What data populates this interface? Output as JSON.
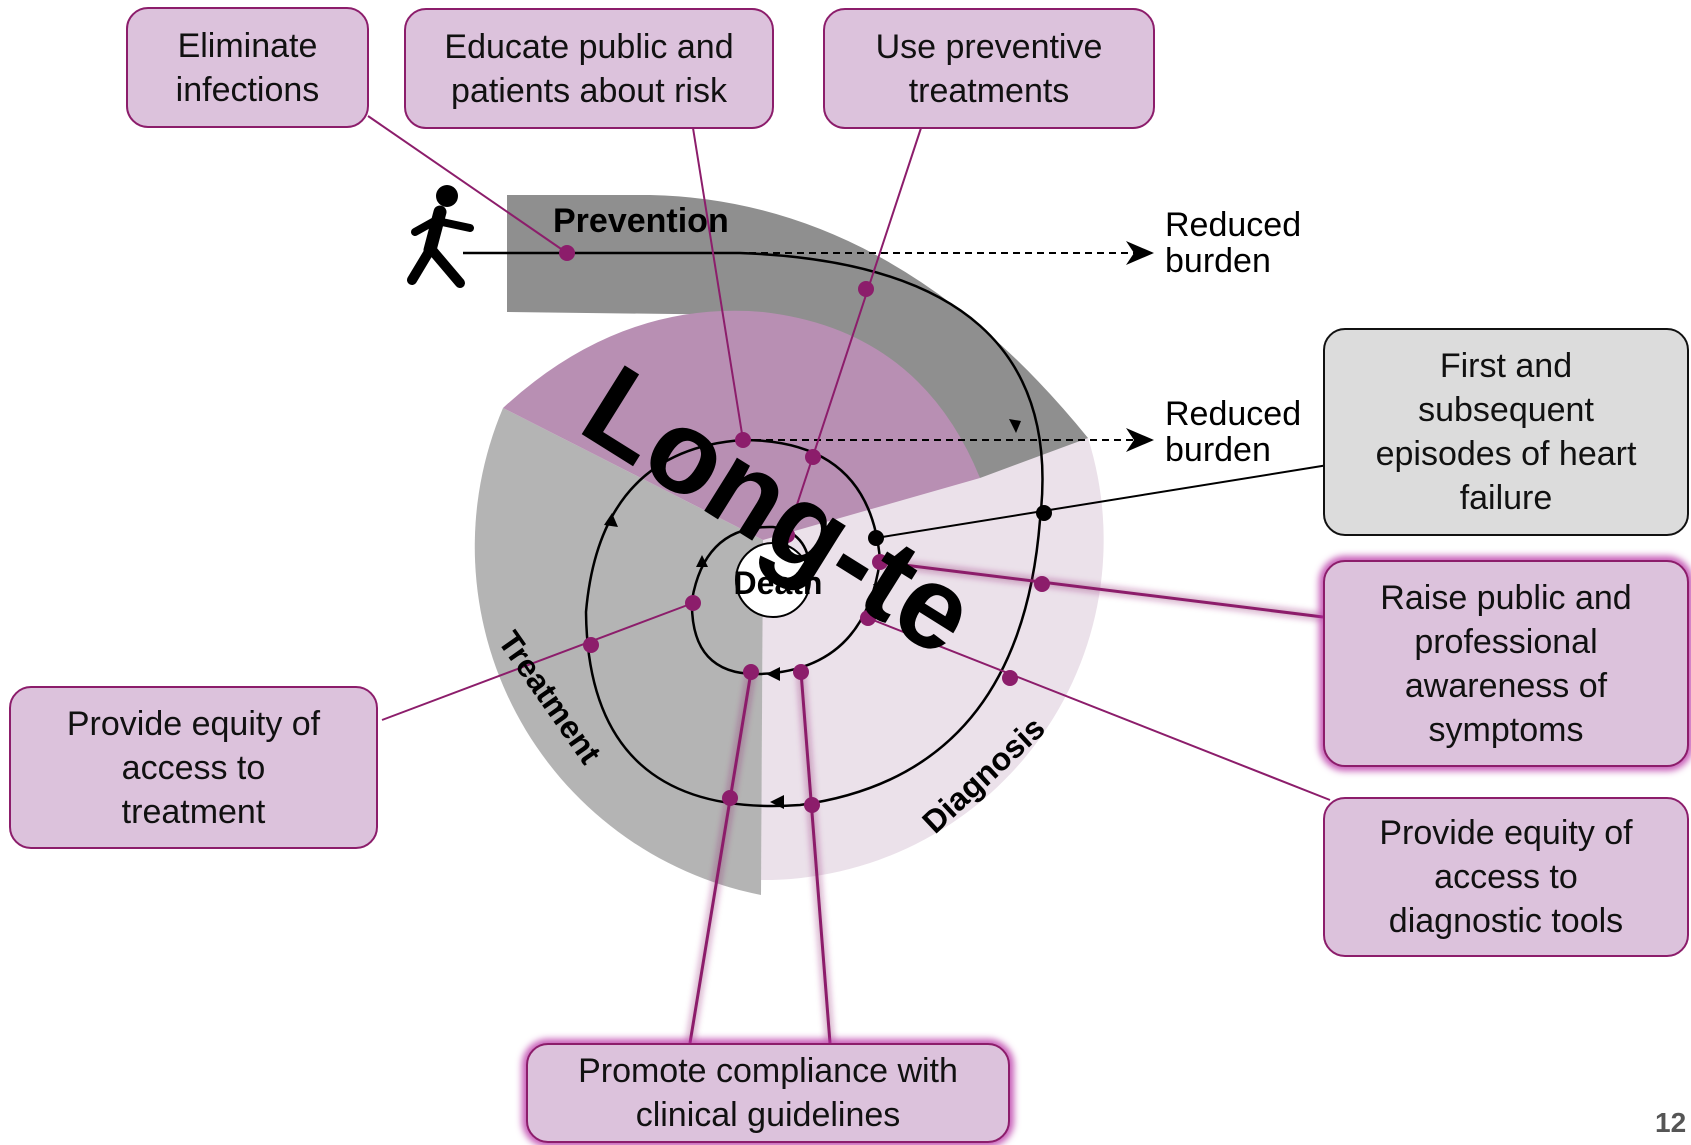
{
  "diagram": {
    "sector_labels": {
      "prevention": "Prevention",
      "long_term": "Long-te",
      "treatment": "Treatment",
      "diagnosis": "Diagnosis",
      "death": "Death"
    },
    "outcomes": {
      "upper": "Reduced\nburden",
      "lower": "Reduced\nburden"
    },
    "boxes": {
      "eliminate_infections": "Eliminate\ninfections",
      "educate": "Educate public and\npatients about risk",
      "preventive": "Use preventive\ntreatments",
      "episodes": "First and\nsubsequent\nepisodes of heart\nfailure",
      "awareness": "Raise public and\nprofessional\nawareness of\nsymptoms",
      "diag_access": "Provide equity of\naccess to\ndiagnostic tools",
      "treat_access": "Provide equity of\naccess to\ntreatment",
      "compliance": "Promote compliance with\nclinical guidelines"
    },
    "page_number": "12",
    "colors": {
      "prevention_sector": "#8f8f8f",
      "treatment_sector": "#b4b4b4",
      "diagnosis_sector": "#ebe1ea",
      "long_term_sector": "#b88fb3",
      "box_fill": "#dcc2dc",
      "box_border": "#8c1d6b",
      "connector": "#8c1d6b",
      "gray_box_fill": "#dcdcdc"
    }
  }
}
